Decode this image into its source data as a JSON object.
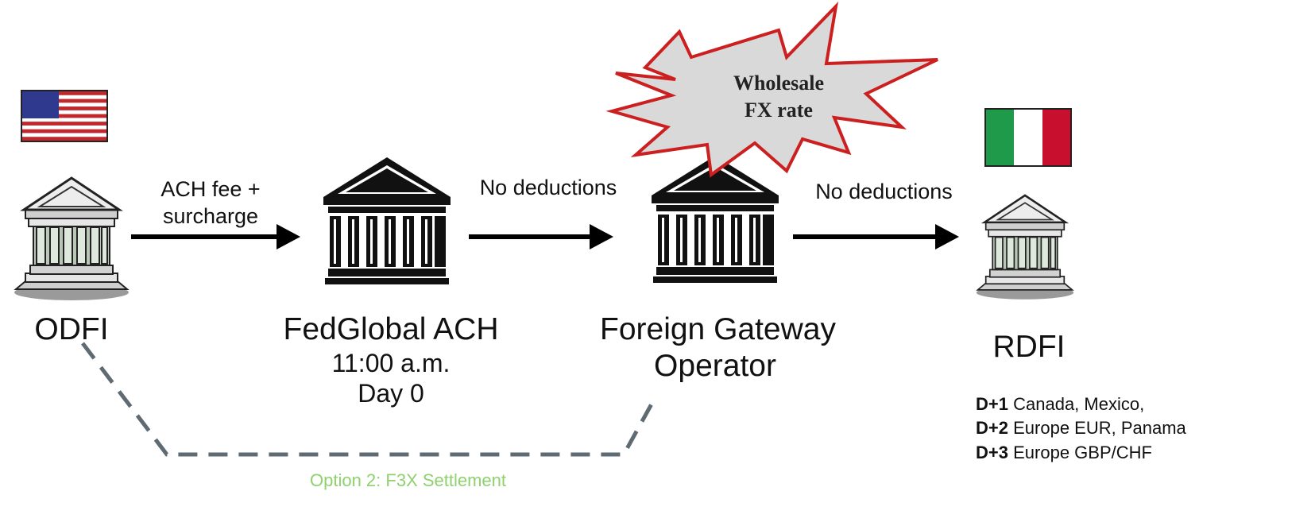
{
  "colors": {
    "arrow": "#000000",
    "dashed_path": "#5f6b72",
    "burst_fill": "#d9d9d9",
    "burst_stroke": "#cc1f1f",
    "option_text": "#8fd16f",
    "flag_it_green": "#1e9a4a",
    "flag_it_red": "#c8102e",
    "flag_us_red": "#c0282d",
    "flag_us_blue": "#2f3a8f"
  },
  "nodes": {
    "odfi": {
      "label": "ODFI",
      "icon": "bank-building-icon"
    },
    "fedglobal": {
      "label": "FedGlobal ACH",
      "time": "11:00 a.m.",
      "day": "Day 0",
      "icon": "bank-building-icon"
    },
    "gateway": {
      "label_line1": "Foreign Gateway",
      "label_line2": "Operator",
      "icon": "bank-building-icon"
    },
    "rdfi": {
      "label": "RDFI",
      "icon": "bank-building-icon"
    }
  },
  "edges": {
    "odfi_to_fed_line1": "ACH fee +",
    "odfi_to_fed_line2": "surcharge",
    "fed_to_gateway": "No deductions",
    "gateway_to_rdfi": "No deductions"
  },
  "burst": {
    "line1": "Wholesale",
    "line2": "FX rate"
  },
  "flags": {
    "origin": "us-flag-icon",
    "destination": "italy-flag-icon"
  },
  "settlement": [
    {
      "code": "D+1",
      "regions": "Canada, Mexico,"
    },
    {
      "code": "D+2",
      "regions": "Europe EUR, Panama"
    },
    {
      "code": "D+3",
      "regions": "Europe GBP/CHF"
    }
  ],
  "option": {
    "label": "Option  2: F3X Settlement"
  }
}
